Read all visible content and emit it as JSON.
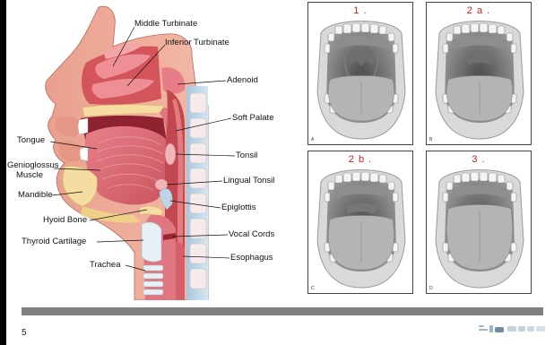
{
  "page": {
    "number": "5"
  },
  "anatomy": {
    "labels": {
      "middle_turbinate": "Middle Turbinate",
      "inferior_turbinate": "Inferior Turbinate",
      "adenoid": "Adenoid",
      "soft_palate": "Soft Palate",
      "tongue": "Tongue",
      "tonsil": "Tonsil",
      "genioglossus_line1": "Genioglossus",
      "genioglossus_line2": "Muscle",
      "lingual_tonsil": "Lingual Tonsil",
      "mandible": "Mandible",
      "epiglottis": "Epiglottis",
      "hyoid_bone": "Hyoid Bone",
      "vocal_cords": "Vocal Cords",
      "thyroid_cartilage": "Thyroid Cartilage",
      "esophagus": "Esophagus",
      "trachea": "Trachea"
    }
  },
  "panels": [
    {
      "number": "1 .",
      "letter": "A"
    },
    {
      "number": "2 a .",
      "letter": "B"
    },
    {
      "number": "2 b .",
      "letter": "C"
    },
    {
      "number": "3 .",
      "letter": "D"
    }
  ],
  "colors": {
    "panel_number": "#d01c1c",
    "footer_bar": "#808080",
    "logo": "#9ab4c8"
  }
}
